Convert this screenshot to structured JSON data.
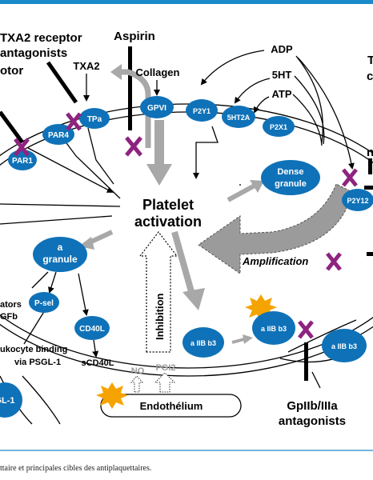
{
  "colors": {
    "accent": "#1a8ac8",
    "receptor_blue": "#0f72b8",
    "inhibitor_x": "#8e2380",
    "arrow_grey": "#a8a8a8",
    "burst_orange": "#f5a300"
  },
  "center": {
    "line1": "Platelet",
    "line2": "activation"
  },
  "drugs": {
    "aspirin": "Aspirin",
    "txa2_antagonists_line1": "TXA2 receptor",
    "txa2_antagonists_line2": "antagonists",
    "clipped_left": "otor",
    "gpiib_antagonists_line1": "GpIIb/IIIa",
    "gpiib_antagonists_line2": "antagonists",
    "right_clipped_1": "T",
    "right_clipped_2": "c",
    "right_clipped_3": "n"
  },
  "agonists": {
    "txa2": "TXA2",
    "collagen": "Collagen",
    "adp": "ADP",
    "serotonin": "5HT",
    "atp": "ATP"
  },
  "receptors": {
    "tpa": "TPa",
    "gpvi": "GPVI",
    "p2y1": "P2Y1",
    "5ht2a": "5HT2A",
    "p2x1": "P2X1",
    "par4": "PAR4",
    "par1": "PAR1",
    "p2y12": "P2Y12"
  },
  "granules": {
    "dense_line1": "Dense",
    "dense_line2": "granule",
    "alpha_line1": "a",
    "alpha_line2": "granule"
  },
  "alpha_products": {
    "pselectin": "P-sel",
    "cd40l": "CD40L",
    "scd40l": "sCD40L",
    "mediators_1": "ators",
    "mediators_2": "GFb",
    "leuko_1": "ukocyte binding",
    "leuko_2": "via PSGL-1",
    "psgl1": "GL-1"
  },
  "integrin": {
    "label": "a IIB b3"
  },
  "inhibition": "Inhibition",
  "amplification": "Amplification",
  "endothelium": {
    "label": "Endothélium",
    "no": "NO",
    "pgi2": "PGI2"
  },
  "caption": "ttaire et principales cibles des antiplaquettaires."
}
